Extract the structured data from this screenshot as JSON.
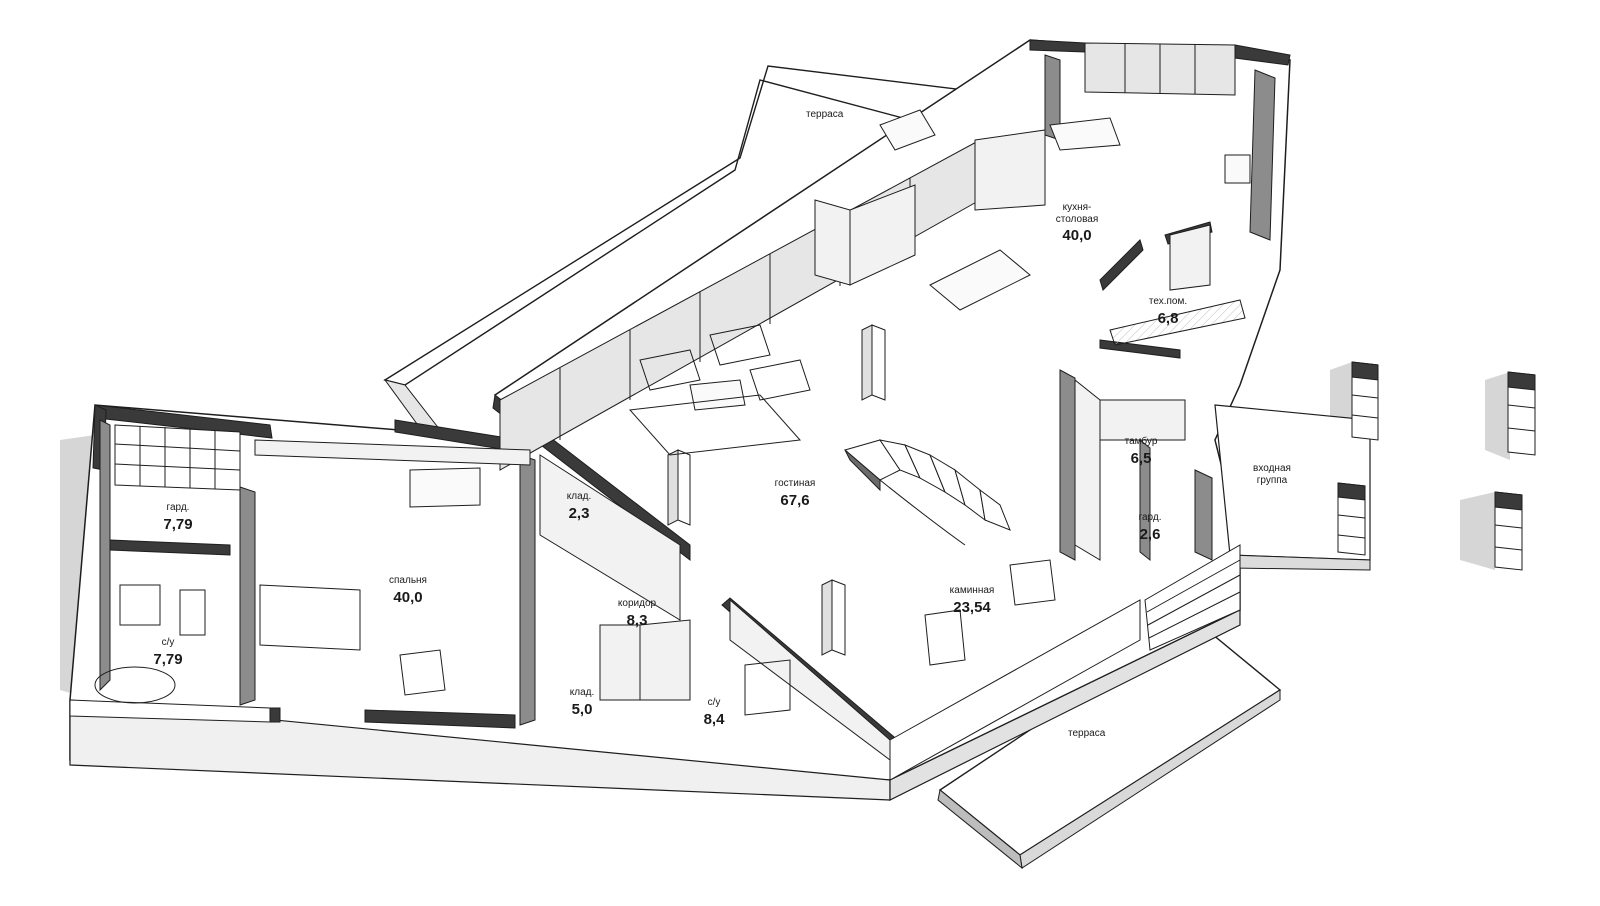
{
  "rooms": {
    "terrace_top": {
      "name": "терраса"
    },
    "kitchen": {
      "name1": "кухня-",
      "name2": "столовая",
      "area": "40,0"
    },
    "tech": {
      "name": "тех.пом.",
      "area": "6,8"
    },
    "living": {
      "name": "гостиная",
      "area": "67,6"
    },
    "vestibule": {
      "name": "тамбур",
      "area": "6,5"
    },
    "entrance": {
      "name1": "входная",
      "name2": "группа"
    },
    "wardrobe_right": {
      "name": "гард.",
      "area": "2,6"
    },
    "storage_top": {
      "name": "клад.",
      "area": "2,3"
    },
    "wardrobe_left": {
      "name": "гард.",
      "area": "7,79"
    },
    "bedroom": {
      "name": "спальня",
      "area": "40,0"
    },
    "bath_left": {
      "name": "с/у",
      "area": "7,79"
    },
    "corridor": {
      "name": "коридор",
      "area": "8,3"
    },
    "fireplace": {
      "name": "каминная",
      "area": "23,54"
    },
    "storage_bottom": {
      "name": "клад.",
      "area": "5,0"
    },
    "bath_mid": {
      "name": "с/у",
      "area": "8,4"
    },
    "terrace_bottom": {
      "name": "терраса"
    }
  },
  "colors": {
    "wall_dark": "#3a3a3a",
    "wall_mid": "#8c8c8c",
    "wall_light": "#e6e6e6",
    "shadow": "#cfcfcf",
    "line": "#1e1e1e"
  }
}
